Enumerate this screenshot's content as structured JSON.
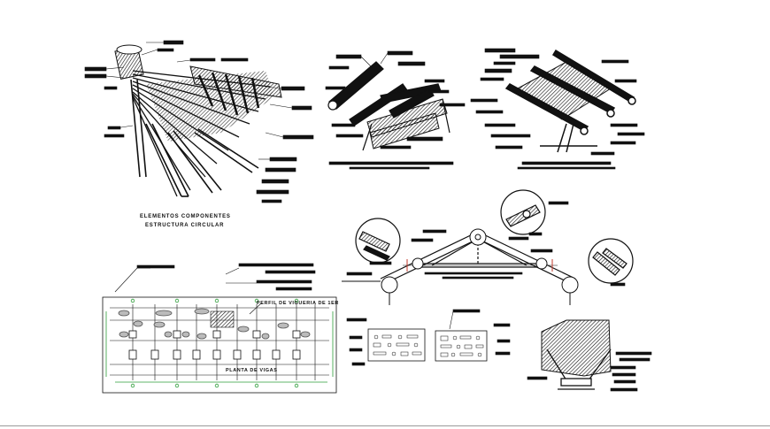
{
  "sheet": {
    "background": "#ffffff",
    "ink": "#111111",
    "accent_green": "#2e9e3a",
    "accent_red": "#c0392b"
  },
  "circular_structure": {
    "caption_line1": "ELEMENTOS COMPONENTES",
    "caption_line2": "ESTRUCTURA CIRCULAR"
  },
  "floor_plan": {
    "title": "PERFIL DE VIGUERIA DE 1ER",
    "subtitle": "PLANTA DE VIGAS"
  }
}
